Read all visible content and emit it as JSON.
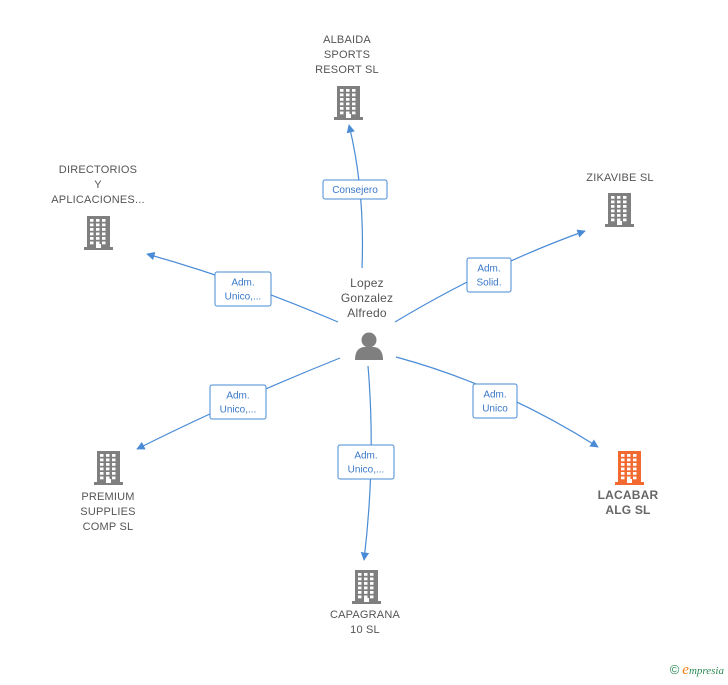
{
  "center": {
    "name_lines": [
      "Lopez",
      "Gonzalez",
      "Alfredo"
    ],
    "icon": "person-icon"
  },
  "companies": [
    {
      "id": "albaida",
      "name_lines": [
        "ALBAIDA",
        "SPORTS",
        "RESORT SL"
      ],
      "role_lines": [
        "Consejero"
      ],
      "highlight": false
    },
    {
      "id": "directorios",
      "name_lines": [
        "DIRECTORIOS",
        "Y",
        "APLICACIONES..."
      ],
      "role_lines": [
        "Adm.",
        "Unico,..."
      ],
      "highlight": false
    },
    {
      "id": "zikavibe",
      "name_lines": [
        "ZIKAVIBE  SL"
      ],
      "role_lines": [
        "Adm.",
        "Solid."
      ],
      "highlight": false
    },
    {
      "id": "premium",
      "name_lines": [
        "PREMIUM",
        "SUPPLIES",
        "COMP  SL"
      ],
      "role_lines": [
        "Adm.",
        "Unico,..."
      ],
      "highlight": false
    },
    {
      "id": "capagrana",
      "name_lines": [
        "CAPAGRANA",
        "10  SL"
      ],
      "role_lines": [
        "Adm.",
        "Unico,..."
      ],
      "highlight": false
    },
    {
      "id": "lacabar",
      "name_lines": [
        "LACABAR",
        "ALG  SL"
      ],
      "role_lines": [
        "Adm.",
        "Unico"
      ],
      "highlight": true
    }
  ],
  "footer": {
    "copyright_symbol": "©",
    "brand_first": "e",
    "brand_rest": "mpresia"
  },
  "colors": {
    "edge": "#4a8bd6",
    "building": "#7f7f7f",
    "building_highlight": "#f26a30",
    "person": "#7f7f7f",
    "brand_green": "#2e8b57",
    "brand_orange": "#f07f16"
  }
}
